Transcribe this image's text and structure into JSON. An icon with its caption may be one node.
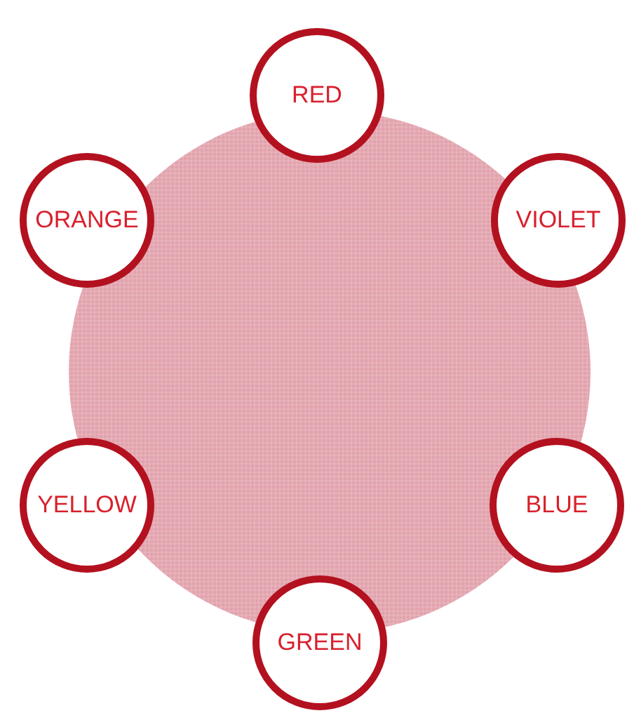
{
  "diagram": {
    "nodes": [
      {
        "text": [],
        "shape": "circle"
      },
      {
        "text": [
          "RED"
        ]
      },
      {
        "text": [
          "VIOLET"
        ]
      },
      {
        "text": [
          "BLUE"
        ]
      },
      {
        "text": [
          "GREEN"
        ]
      },
      {
        "text": [
          "YELLOW"
        ]
      },
      {
        "text": [
          "ORANGE"
        ]
      }
    ]
  }
}
